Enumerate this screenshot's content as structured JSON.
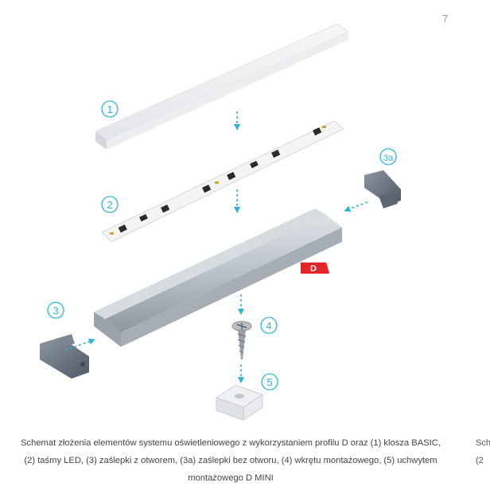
{
  "page_number": "7",
  "callouts": {
    "c1": "1",
    "c2": "2",
    "c3": "3",
    "c3a": "3a",
    "c4": "4",
    "c5": "5"
  },
  "profile_badge": "D",
  "caption": {
    "line1": "Schemat złożenia elementów systemu oświetleniowego z wykorzystaniem profilu D oraz (1) klosza BASIC,",
    "line2": "(2) taśmy LED, (3) zaślepki z otworem, (3a) zaślepki bez otworu, (4) wkrętu montażowego, (5) uchwytem",
    "line3": "montażowego D MINI"
  },
  "cut_text": {
    "line1": "Sch",
    "line2": "(2"
  },
  "colors": {
    "callout": "#2bb5d6",
    "arrow": "#2bb5d6",
    "badge": "#e4232b",
    "aluminium": "#b8bfc6",
    "endcap": "#6f7a86"
  }
}
